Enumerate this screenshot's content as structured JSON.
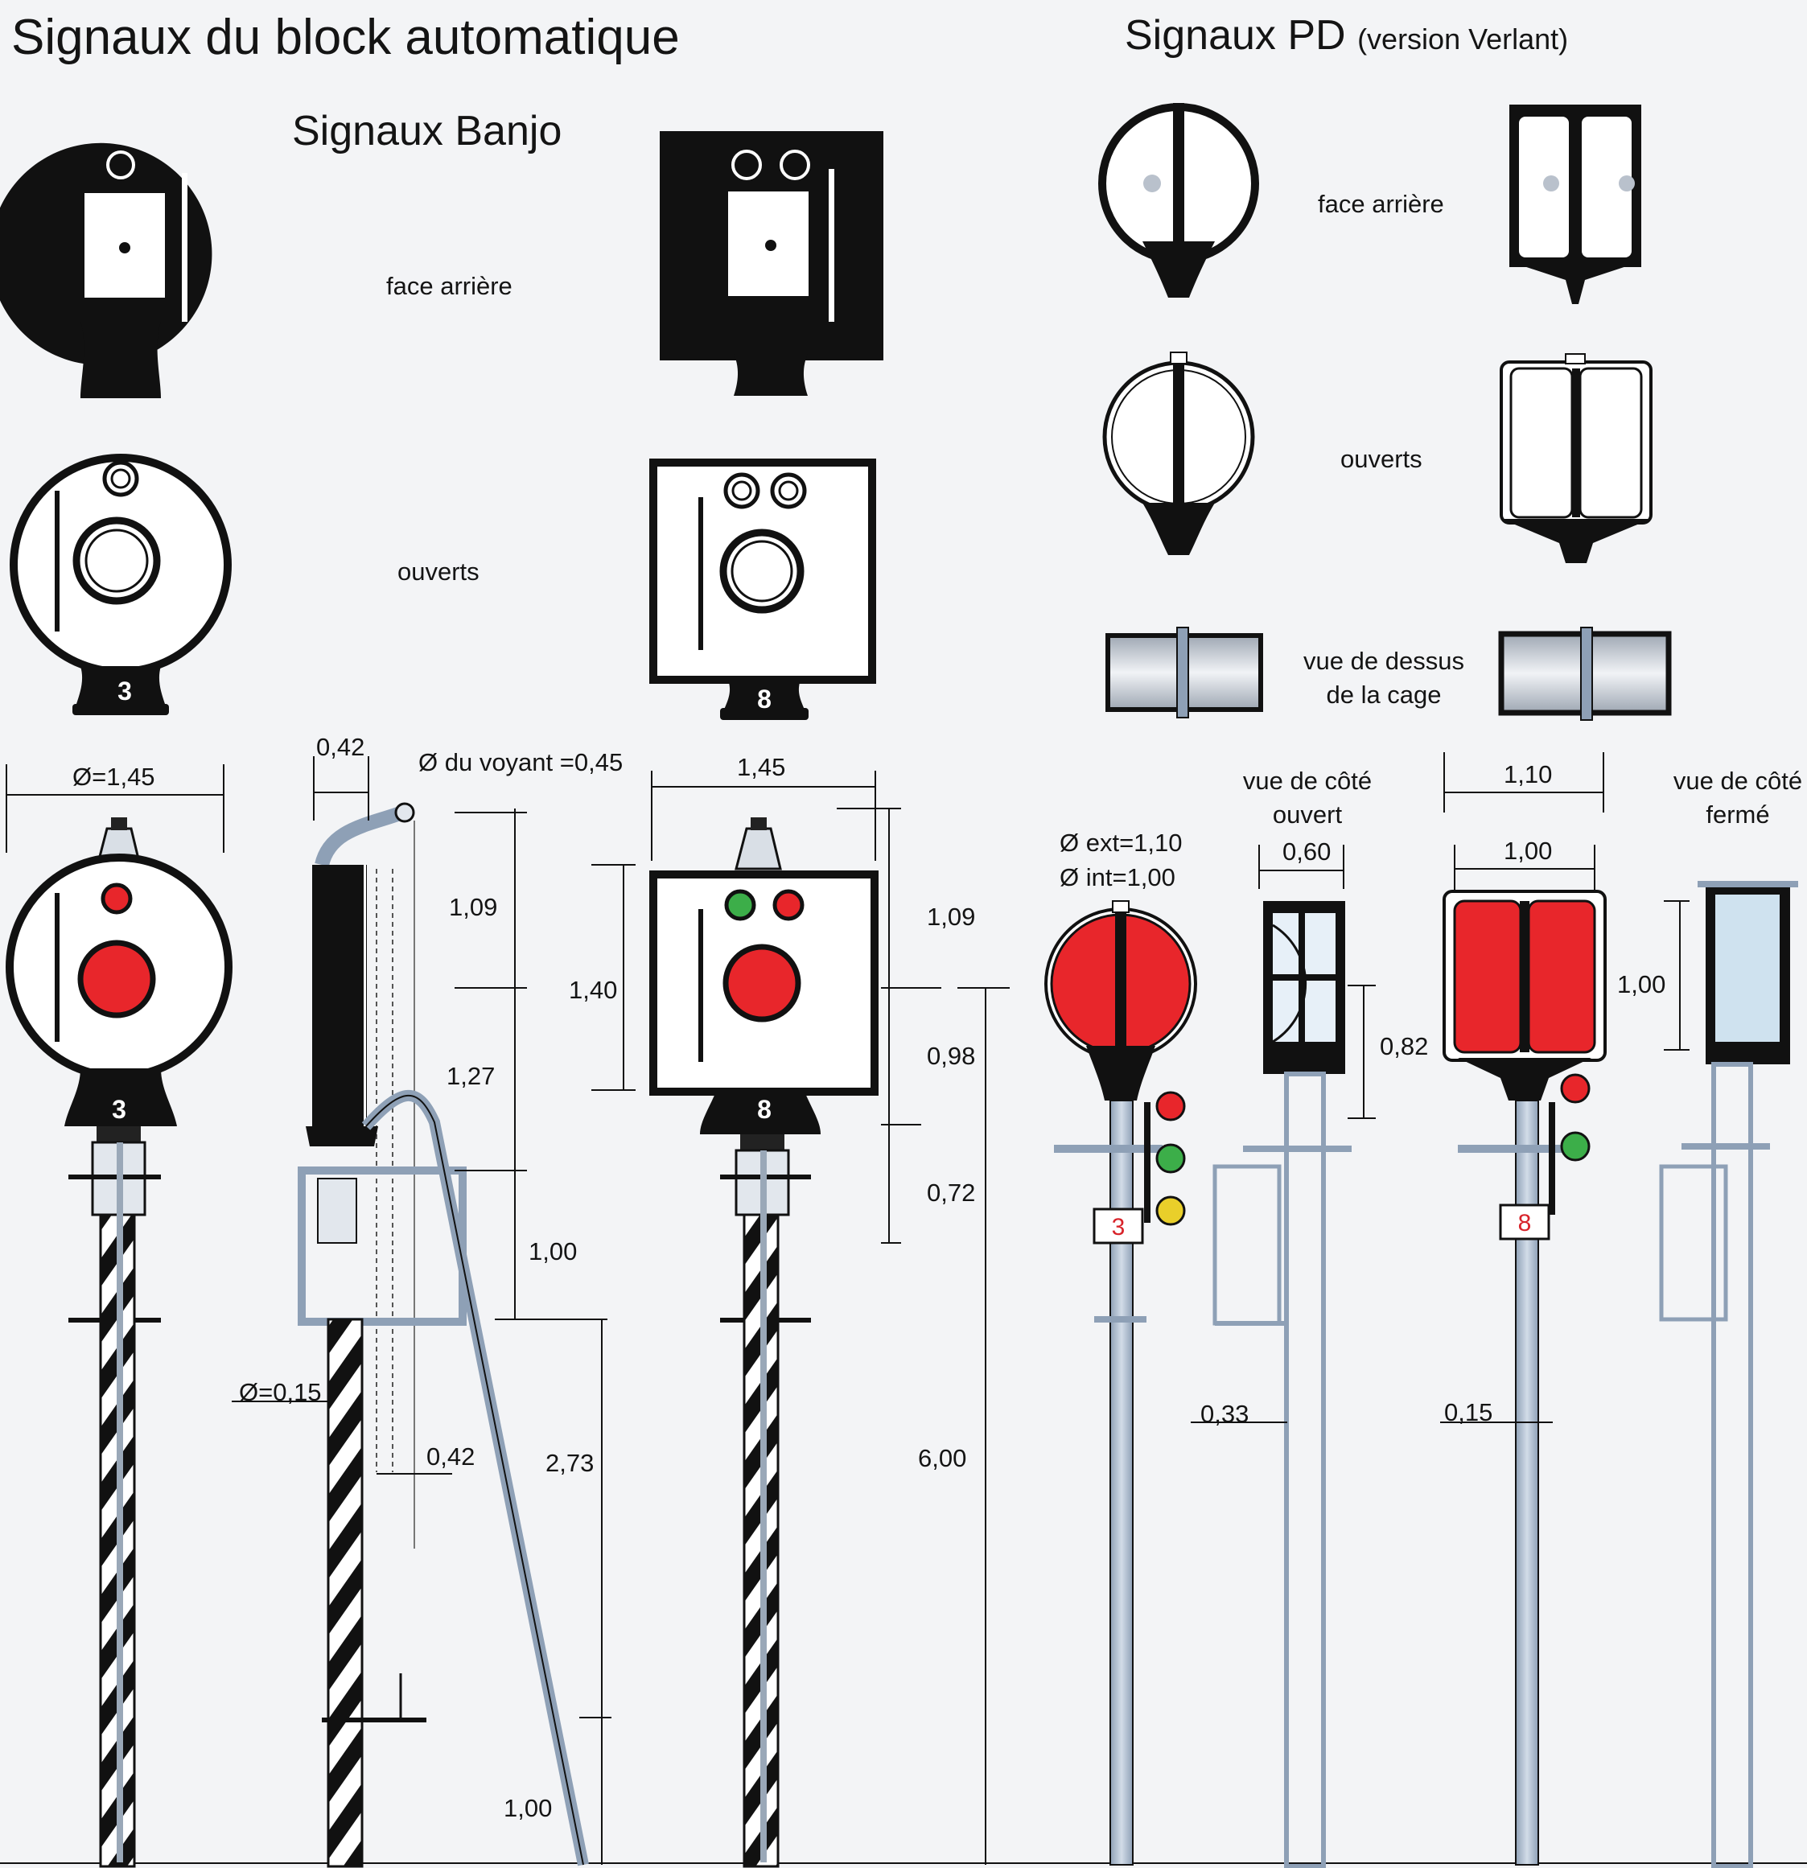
{
  "titles": {
    "main": "Signaux du block automatique",
    "banjo": "Signaux Banjo",
    "pd": "Signaux PD",
    "pd_note": "(version Verlant)"
  },
  "labels": {
    "banjo_back": "face arrière",
    "banjo_open": "ouverts",
    "pd_back": "face arrière",
    "pd_open": "ouverts",
    "pd_top_line1": "vue de dessus",
    "pd_top_line2": "de la cage",
    "pd_side_open_line1": "vue de côté",
    "pd_side_open_line2": "ouvert",
    "pd_side_closed_line1": "vue de côté",
    "pd_side_closed_line2": "fermé"
  },
  "plate_numbers": {
    "banjo_round": "3",
    "banjo_square": "8",
    "pd_round": "3",
    "pd_square": "8"
  },
  "dimensions": {
    "banjo_diameter": "Ø=1,45",
    "side_width": "0,42",
    "lamp_diameter": "Ø du voyant =0,45",
    "square_width": "1,45",
    "side_h1": "1,09",
    "side_h2": "1,27",
    "side_h3": "1,00",
    "side_h4": "2,73",
    "side_h5": "1,00",
    "square_h": "1,40",
    "pole_diameter": "Ø=0,15",
    "ladder_offset": "0,42",
    "right_h1": "1,09",
    "right_h2": "0,98",
    "right_h3": "0,72",
    "total_height": "6,00",
    "pd_ext": "Ø ext=1,10",
    "pd_int": "Ø int=1,00",
    "pd_side_width": "0,60",
    "pd_side_height": "0,82",
    "pd_side_offset": "0,33",
    "pd_square_outer": "1,10",
    "pd_square_inner": "1,00",
    "pd_square_height": "1,00",
    "pd_pole": "0,15"
  },
  "colors": {
    "signal_red": "#e8262b",
    "signal_green": "#3cae49",
    "signal_yellow": "#e9cf2a",
    "steel_blue": "#b7c5d6",
    "ink": "#141414"
  }
}
